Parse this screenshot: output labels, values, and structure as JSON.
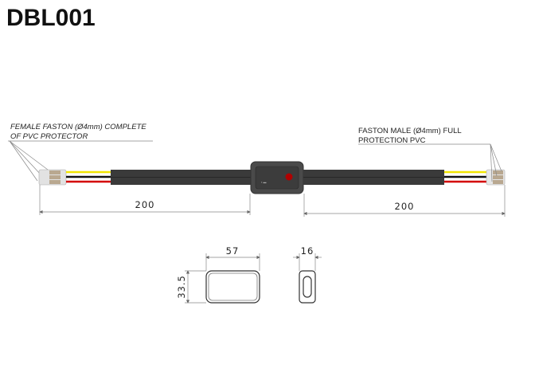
{
  "title": "DBL001",
  "labels": {
    "left_line1": "FEMALE FASTON (Ø4mm) COMPLETE",
    "left_line2": "OF PVC PROTECTOR",
    "right_line1": "FASTON MALE (Ø4mm) FULL",
    "right_line2": "PROTECTION PVC"
  },
  "dimensions": {
    "left_cable": "200",
    "right_cable": "200",
    "box_width": "57",
    "box_height": "33.5",
    "box_depth": "16"
  },
  "colors": {
    "wire_yellow": "#f2e600",
    "wire_black": "#111111",
    "wire_red": "#d40000",
    "cable": "#3a3a3a",
    "led": "#b00000"
  }
}
